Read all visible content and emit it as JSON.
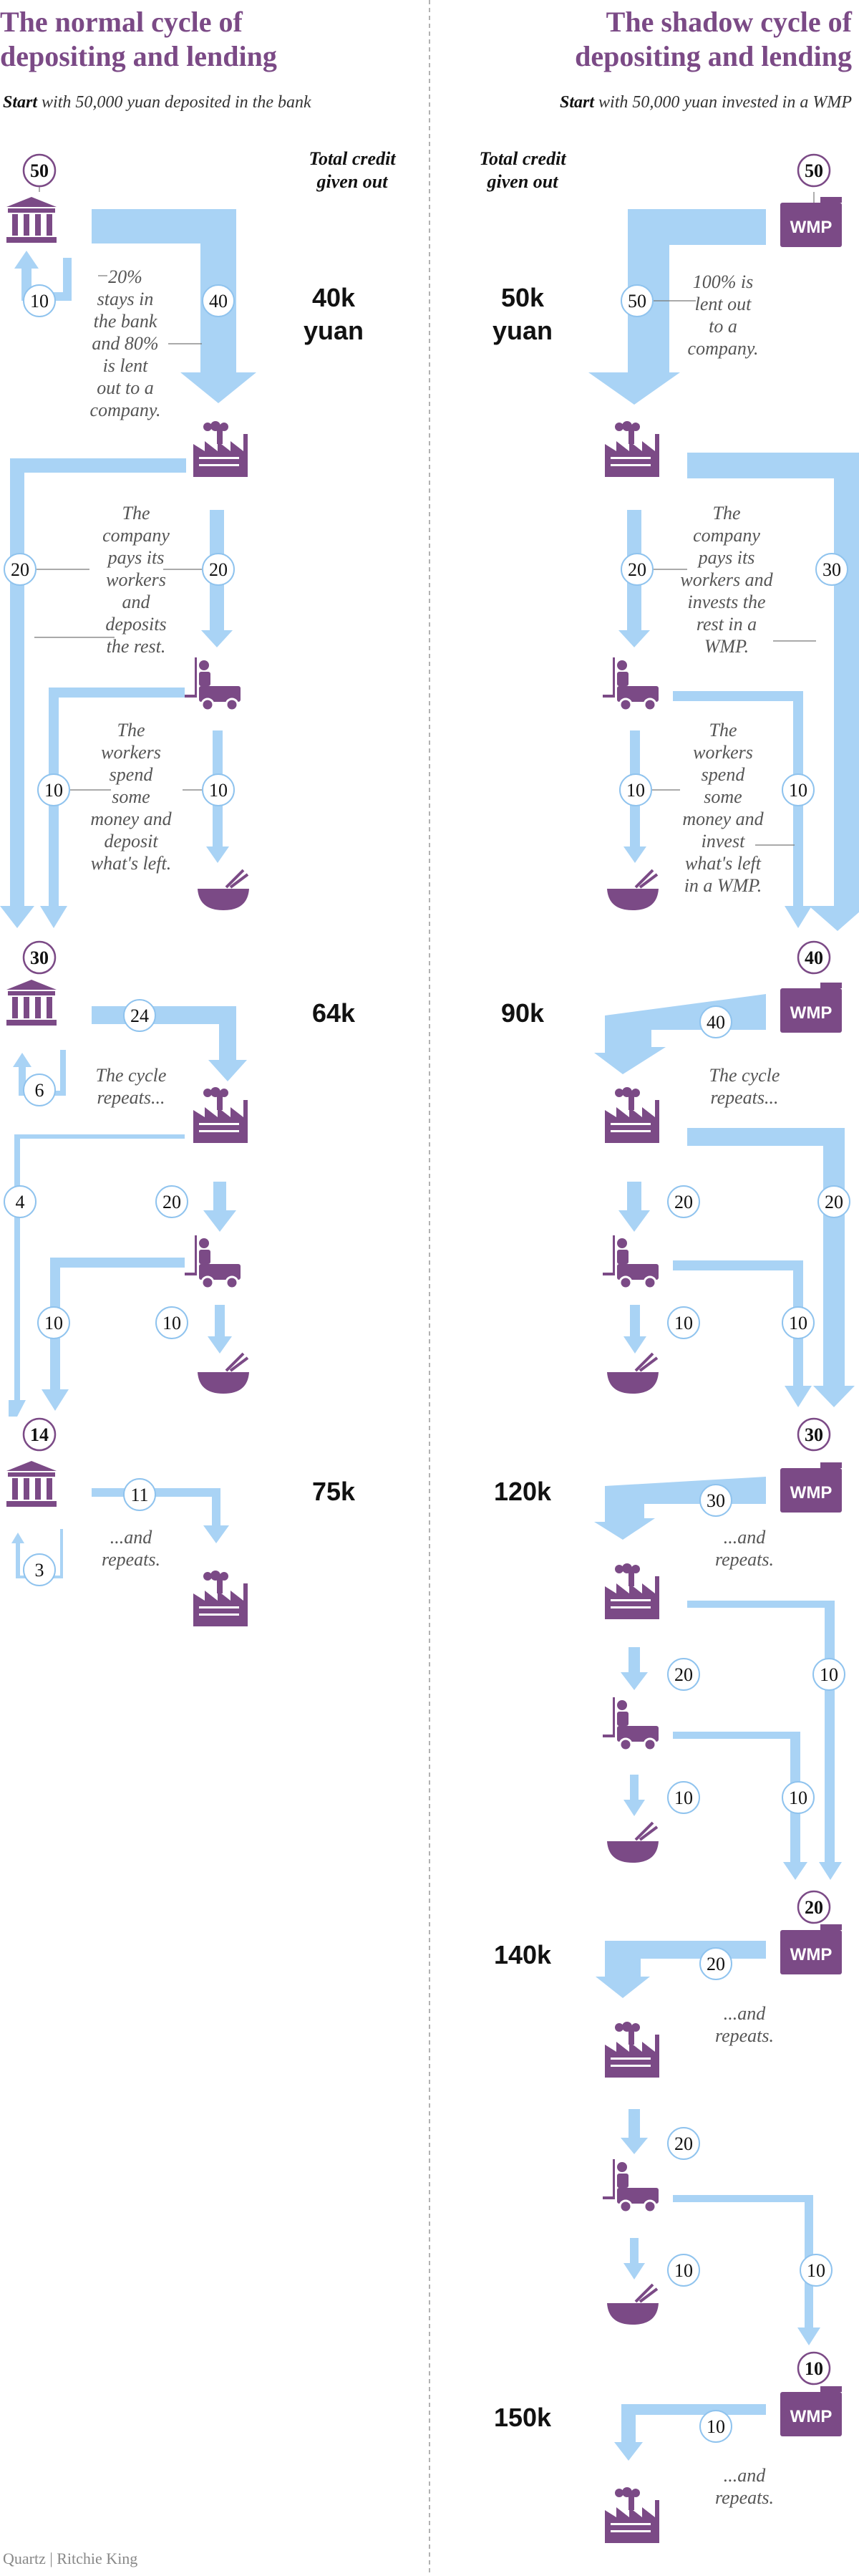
{
  "colors": {
    "purple": "#7b4a86",
    "flow": "#a9d3f5",
    "node_stroke": "#8fc3ee",
    "text": "#111111",
    "note": "#555555",
    "divider": "#999999"
  },
  "left": {
    "title_line1": "The normal cycle of",
    "title_line2": "depositing and lending",
    "start_bold": "Start",
    "start_rest": "with 50,000 yuan deposited in the bank",
    "credit_header_1": "Total credit",
    "credit_header_2": "given out",
    "totals": [
      "40k",
      "yuan",
      "64k",
      "75k"
    ],
    "bank_values": [
      "50",
      "30",
      "14"
    ],
    "flow_values": [
      "10",
      "40",
      "20",
      "20",
      "10",
      "10",
      "24",
      "6",
      "4",
      "20",
      "10",
      "10",
      "11",
      "3"
    ],
    "note1": [
      "20%",
      "stays in",
      "the bank",
      "and 80%",
      "is lent",
      "out to a",
      "company."
    ],
    "note2": [
      "The",
      "company",
      "pays its",
      "workers",
      "and",
      "deposits",
      "the rest."
    ],
    "note3": [
      "The",
      "workers",
      "spend",
      "some",
      "money and",
      "deposit",
      "what's left."
    ],
    "note4": [
      "The cycle",
      "repeats..."
    ],
    "note5": [
      "...and",
      "repeats."
    ]
  },
  "right": {
    "title_line1": "The shadow cycle of",
    "title_line2": "depositing and lending",
    "start_bold": "Start",
    "start_rest": "with 50,000 yuan invested in a WMP",
    "credit_header_1": "Total credit",
    "credit_header_2": "given out",
    "totals": [
      "50k",
      "yuan",
      "90k",
      "120k",
      "140k",
      "150k"
    ],
    "wmp_label": "WMP",
    "wmp_values": [
      "50",
      "40",
      "30",
      "20",
      "10"
    ],
    "flow_values": [
      "50",
      "20",
      "30",
      "10",
      "10",
      "40",
      "20",
      "20",
      "10",
      "10",
      "30",
      "20",
      "10",
      "10",
      "10",
      "20",
      "20",
      "10",
      "10",
      "10"
    ],
    "note1": [
      "100% is",
      "lent out",
      "to a",
      "company."
    ],
    "note2": [
      "The",
      "company",
      "pays its",
      "workers and",
      "invests the",
      "rest in a",
      "WMP."
    ],
    "note3": [
      "The",
      "workers",
      "spend",
      "some",
      "money and",
      "invest",
      "what's left",
      "in a WMP."
    ],
    "note4": [
      "The cycle",
      "repeats..."
    ],
    "note5": [
      "...and",
      "repeats."
    ]
  },
  "credit": "Quartz | Ritchie King"
}
